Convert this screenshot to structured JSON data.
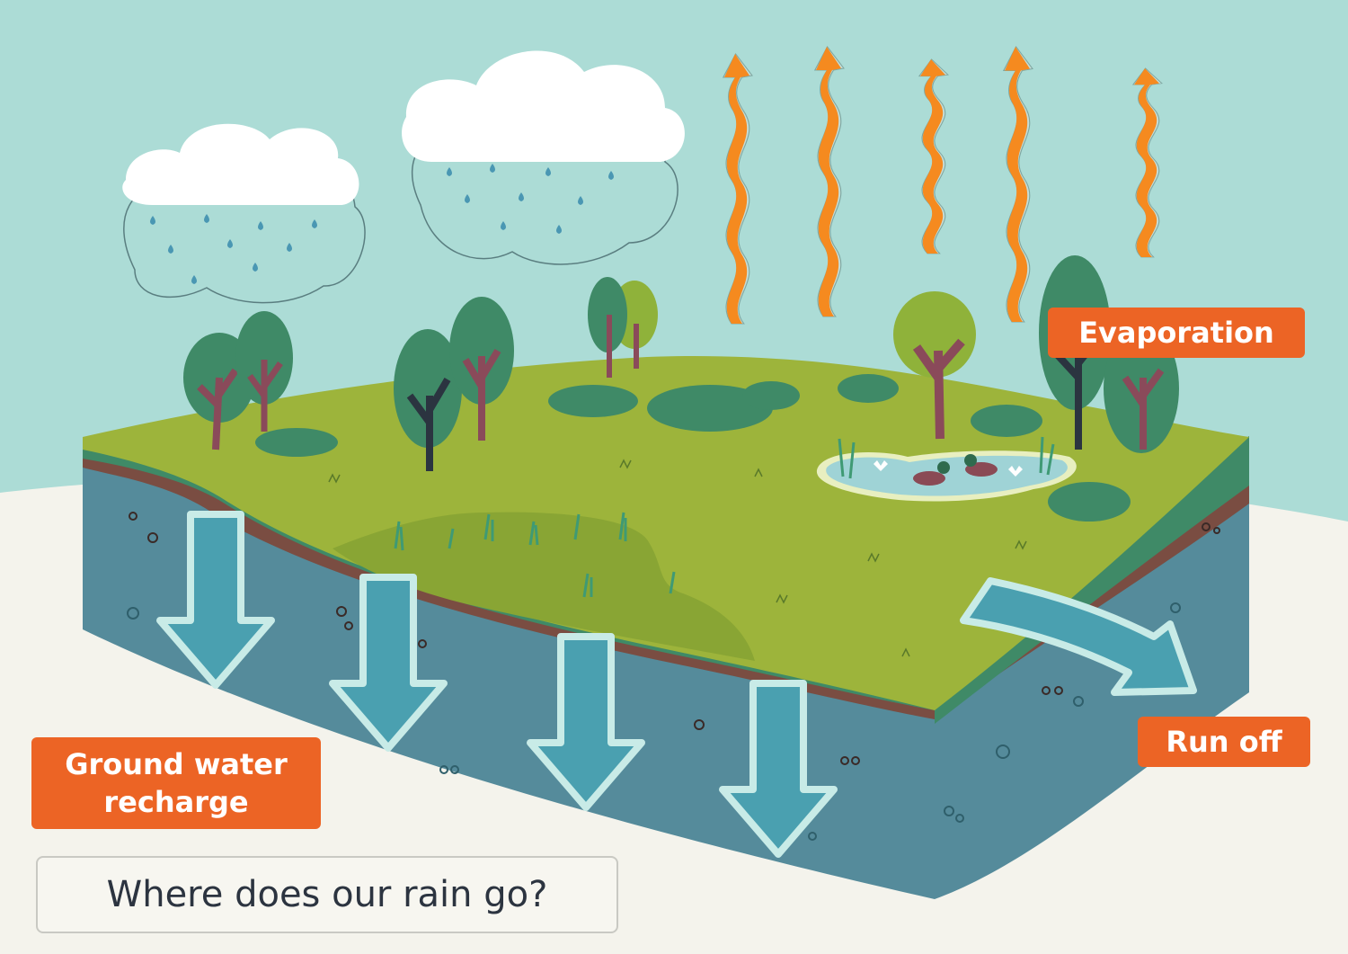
{
  "labels": {
    "evaporation": "Evaporation",
    "run_off": "Run off",
    "ground_water_recharge_line1": "Ground water",
    "ground_water_recharge_line2": "recharge"
  },
  "title": "Where does our rain go?",
  "colors": {
    "sky": "#acdcd6",
    "ground_background": "#f4f3ec",
    "grass": "#9db43b",
    "grass_edge": "#3f8a67",
    "soil": "#7a4d42",
    "groundwater": "#558b9b",
    "arrow_fill": "#4aa0b0",
    "arrow_outline": "#c8ebe7",
    "evaporation_wave": "#f58a1f",
    "label_background": "#ec6425",
    "label_text": "#ffffff",
    "title_text": "#2c3440"
  },
  "icons": {
    "rain_clouds": [
      "rain-cloud-icon",
      "rain-cloud-icon"
    ],
    "evaporation": [
      "heat-wave-arrow-icon",
      "heat-wave-arrow-icon",
      "heat-wave-arrow-icon",
      "heat-wave-arrow-icon",
      "heat-wave-arrow-icon"
    ],
    "recharge": [
      "down-arrow-icon",
      "down-arrow-icon",
      "down-arrow-icon",
      "down-arrow-icon"
    ],
    "run_off": "curved-arrow-icon",
    "pond": "pond-icon",
    "ducks": [
      "duck-icon",
      "duck-icon"
    ],
    "trees": "tree-icon",
    "bushes": "bush-icon"
  }
}
